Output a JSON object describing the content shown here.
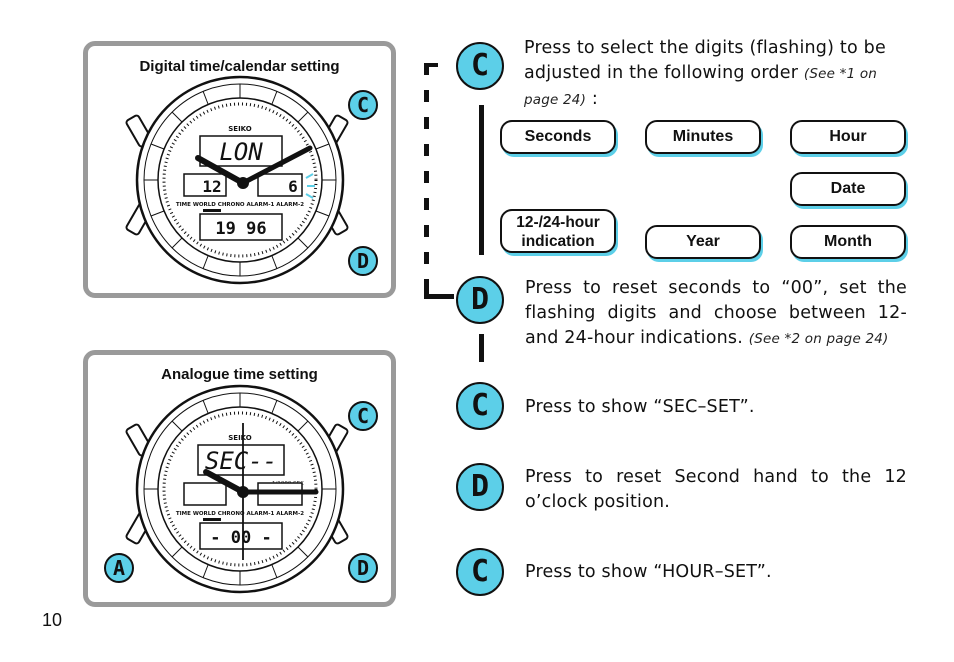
{
  "page_number": "10",
  "panel_digital": {
    "title": "Digital time/calendar setting",
    "display_top": "LON",
    "display_left": "12",
    "display_right": "6",
    "display_bottom": "19 96",
    "mode_labels": "TIME  WORLD  CHRONO  ALARM-1  ALARM-2",
    "brand": "SEIKO",
    "buttons": [
      "C",
      "D"
    ]
  },
  "panel_analogue": {
    "title": "Analogue time setting",
    "display_top": "SEC--",
    "display_sub": "1/1000 SEC",
    "display_bottom": "- 00 -",
    "mode_labels": "TIME  WORLD  CHRONO  ALARM-1  ALARM-2",
    "brand": "SEIKO",
    "buttons": [
      "C",
      "A",
      "D"
    ]
  },
  "steps": [
    {
      "button": "C",
      "text": "Press to select the digits (flashing) to be adjusted in the following order",
      "note": "(See *1 on page 24)",
      "suffix": " :"
    },
    {
      "button": "D",
      "text": "Press to reset seconds to “00”, set the flashing digits and choose between 12- and 24-hour indications.",
      "note": "(See *2 on page 24)"
    },
    {
      "button": "C",
      "text": "Press to show “SEC–SET”."
    },
    {
      "button": "D",
      "text": "Press to reset Second hand to the 12 o’clock position."
    },
    {
      "button": "C",
      "text": "Press to show “HOUR–SET”."
    }
  ],
  "order_items": {
    "seconds": "Seconds",
    "minutes": "Minutes",
    "hour": "Hour",
    "date": "Date",
    "hour_indication_1": "12-/24-hour",
    "hour_indication_2": "indication",
    "year": "Year",
    "month": "Month"
  },
  "colors": {
    "accent": "#5ccfe8",
    "panel_border": "#9a9a9a"
  }
}
